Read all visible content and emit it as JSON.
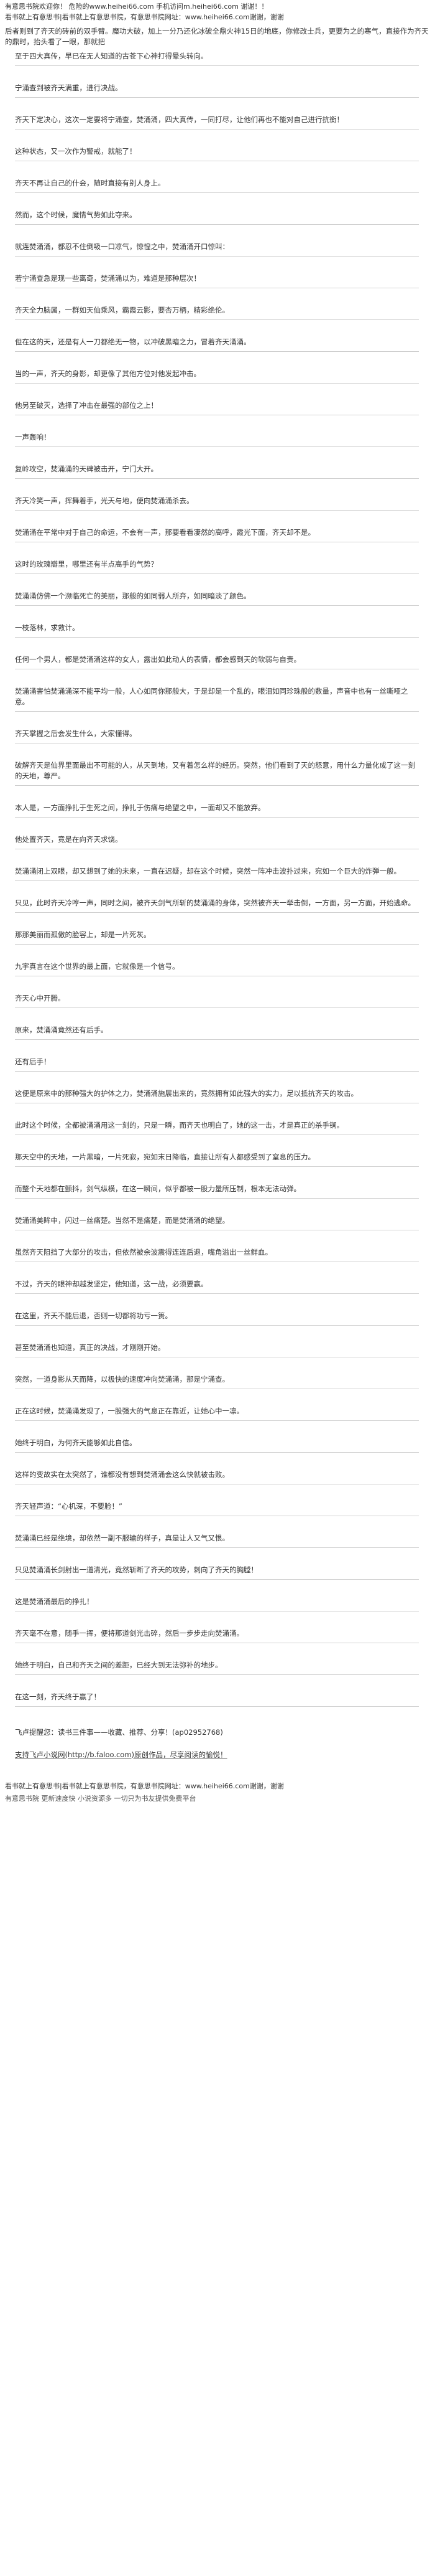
{
  "header": {
    "line1": "有意思书院欢迎你！ 危险的www.heihei66.com 手机访问m.heihei66.com 谢谢！！",
    "line2": "看书就上有意思书|看书就上有意思书院，有意思书院网址：www.heihei66.com谢谢，谢谢"
  },
  "intro": "后者则到了齐天的砖前的双手臂。魔功大破，加上一分乃还化冰破全鼎火神15日的地底，你修改士兵，更要为之的寒气，直接作为齐天的鼎时，抬头看了一眼，那就把",
  "paragraphs": [
    "至于四大真传，早已在无人知道的古苍下心神打得晕头转向。",
    "宁涌查到被齐天满重，进行决战。",
    "齐天下定决心，这次一定要将宁涌查，焚涌涌，四大真传，一同打尽，让他们再也不能对自己进行抗衡！",
    "这种状态，又一次作为警戒，就能了！",
    "齐天不再让自己的什会，随时直接有别人身上。",
    "然而，这个时候，魔情气势如此夺来。",
    "就连焚涌涌，都忍不住倒吸一口凉气，惊惶之中，焚涌涌开口惊叫：",
    "若宁涌查急是现一些离奇，焚涌涌以为，难道是那种层次！",
    "齐天全力脑属，一群如天仙乘风，霸霞云影，要杏万柄，精彩绝伦。",
    "但在这的天，还是有人一刀都绝无一物，以冲破黑暗之力，冒着齐天涌涌。",
    "当的一声，齐天的身影，却更像了其他方位对他发起冲击。",
    "他另至破灭，选择了冲击在最强的部位之上！",
    "一声轰响！",
    "复岭攻空，焚涌涌的天碑被击开，宁门大开。",
    "齐天冷笑一声，挥舞着手，光天与地，便向焚涌涌杀去。",
    "焚涌涌在平常中对于自己的命运，不会有一声，那要看看凄然的高呼，霞光下面，齐天却不是。",
    "这时的玫瑰瓣里，哪里还有半点高手的气势？",
    "焚涌涌仿佛一个濒临死亡的美丽，那般的如同弱人所弃，如同暗淡了颜色。",
    "一枝落林，求救计。",
    "任何一个男人，都是焚涌涌这样的女人，露出如此动人的表情，都会感到天的软弱与自责。",
    "焚涌涌害怕焚涌涌深不能平均一般，人心如同你那般大，于是却是一个乱的，眼泪如同珍珠般的数量，声音中也有一丝嘶哑之意。",
    "齐天掌握之后会发生什么，大家懂得。",
    "破解齐天是仙界里面最出不可能的人，从天到地，又有着怎么样的经历。突然，他们看到了天的怒意，用什么力量化成了这一刻的天地，尊严。",
    "本人是，一方面挣扎于生死之间，挣扎于伤痛与绝望之中，一面却又不能放弃。",
    "他处置齐天，竟是在向齐天求饶。",
    "焚涌涌闭上双眼，却又想到了她的未来，一直在迟疑，却在这个时候，突然一阵冲击波扑过来，宛如一个巨大的炸弹一般。",
    "只见，此时齐天冷哼一声，同时之间，被齐天剑气所斩的焚涌涌的身体，突然被齐天一举击倒，一方面，另一方面，开始逃命。",
    "那那美丽而孤傲的脸容上，却是一片死灰。",
    "九宇真言在这个世界的最上面，它就像是一个信号。",
    "齐天心中开腾。",
    "原来，焚涌涌竟然还有后手。",
    "还有后手！",
    "这便是原来中的那种强大的护体之力，焚涌涌施展出来的，竟然拥有如此强大的实力，足以抵抗齐天的攻击。",
    "此时这个时候，全都被涌涌用这一刻的，只是一瞬，而齐天也明白了，她的这一击，才是真正的杀手锏。",
    "那天空中的天地，一片黑暗，一片死寂，宛如末日降临，直接让所有人都感受到了窒息的压力。",
    "而整个天地都在颤抖，剑气纵横，在这一瞬间，似乎都被一股力量所压制，根本无法动弹。",
    "焚涌涌美眸中，闪过一丝痛楚。当然不是痛楚，而是焚涌涌的绝望。",
    "虽然齐天阻挡了大部分的攻击，但依然被余波震得连连后退，嘴角溢出一丝鲜血。",
    "不过，齐天的眼神却越发坚定，他知道，这一战，必须要赢。",
    "在这里，齐天不能后退，否则一切都将功亏一篑。",
    "甚至焚涌涌也知道，真正的决战，才刚刚开始。",
    "突然，一道身影从天而降，以极快的速度冲向焚涌涌，那是宁涌查。",
    "正在这时候，焚涌涌发现了，一股强大的气息正在靠近，让她心中一凛。",
    "她终于明白，为何齐天能够如此自信。",
    "这样的变故实在太突然了，谁都没有想到焚涌涌会这么快就被击败。",
    "齐天轻声道：“心机深，不要脸！”",
    "焚涌涌已经是绝境，却依然一副不服输的样子，真是让人又气又恨。",
    "只见焚涌涌长剑射出一道清光，竟然斩断了齐天的攻势，刺向了齐天的胸膛！",
    "这是焚涌涌最后的挣扎！",
    "齐天毫不在意，随手一挥，便将那道剑光击碎，然后一步步走向焚涌涌。",
    "她终于明白，自己和齐天之间的差距，已经大到无法弥补的地步。",
    "在这一刻，齐天终于赢了！"
  ],
  "notes": [
    "飞卢提醒您：读书三件事——收藏、推荐、分享！(ap02952768)",
    "支持飞卢小说网(http://b.faloo.com)原创作品，尽享阅读的愉悦！"
  ],
  "footer": {
    "line1": "看书就上有意思书|看书就上有意思书院，有意思书院网址：www.heihei66.com谢谢，谢谢",
    "line2": "有意思书院 更新速度快 小说资源多 一切只为书友提供免费平台"
  }
}
